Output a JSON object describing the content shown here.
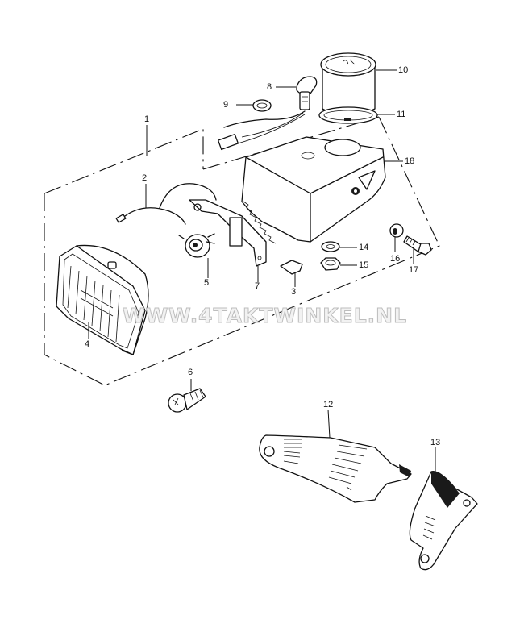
{
  "diagram": {
    "type": "exploded-parts-diagram",
    "subject": "headlight / speedometer assembly",
    "watermark": "WWW.4TAKTWINKEL.NL",
    "colors": {
      "line": "#111111",
      "background": "#ffffff",
      "watermark_fill": "#f2f2f2",
      "watermark_stroke": "#bdbdbd"
    },
    "callouts": [
      {
        "id": "1",
        "label": "1",
        "part": "headlight assembly (group bracket)"
      },
      {
        "id": "2",
        "label": "2",
        "part": "wire harness"
      },
      {
        "id": "3",
        "label": "3",
        "part": "clip"
      },
      {
        "id": "4",
        "label": "4",
        "part": "headlight unit"
      },
      {
        "id": "5",
        "label": "5",
        "part": "bulb socket"
      },
      {
        "id": "6",
        "label": "6",
        "part": "bulb"
      },
      {
        "id": "7",
        "label": "7",
        "part": "bracket"
      },
      {
        "id": "8",
        "label": "8",
        "part": "indicator lamp"
      },
      {
        "id": "9",
        "label": "9",
        "part": "grommet"
      },
      {
        "id": "10",
        "label": "10",
        "part": "speedometer"
      },
      {
        "id": "11",
        "label": "11",
        "part": "rubber ring"
      },
      {
        "id": "12",
        "label": "12",
        "part": "headlight stay (left)"
      },
      {
        "id": "13",
        "label": "13",
        "part": "headlight stay (right)"
      },
      {
        "id": "14",
        "label": "14",
        "part": "washer"
      },
      {
        "id": "15",
        "label": "15",
        "part": "nut"
      },
      {
        "id": "16",
        "label": "16",
        "part": "washer"
      },
      {
        "id": "17",
        "label": "17",
        "part": "bolt"
      },
      {
        "id": "18",
        "label": "18",
        "part": "headlight case"
      }
    ]
  }
}
